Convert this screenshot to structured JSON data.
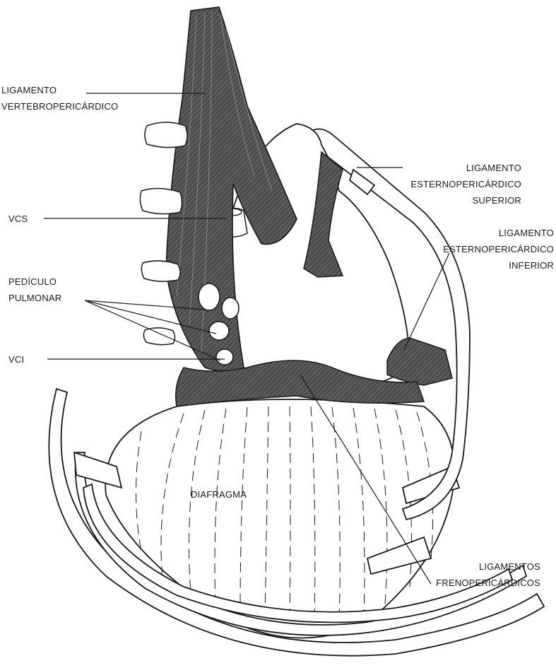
{
  "labels": {
    "vertebropericardico": [
      "LIGAMENTO",
      "VERTEBROPERICÁRDICO"
    ],
    "esternopericardico_superior": [
      "LIGAMENTO",
      "ESTERNOPERICÁRDICO",
      "SUPERIOR"
    ],
    "vcs": "VCS",
    "esternopericardico_inferior": [
      "LIGAMENTO",
      "ESTERNOPERICÁRDICO",
      "INFERIOR"
    ],
    "pediculo_pulmonar": [
      "PEDÍCULO",
      "PULMONAR"
    ],
    "vci": "VCI",
    "diafragma": "DIAFRAGMA",
    "frenopericardicos": [
      "LIGAMENTOS",
      "FRENOPERICÁRDICOS"
    ]
  },
  "colors": {
    "ink": "#1a1a1a",
    "ligament_fill": "#5a5a5a",
    "ligament_dark": "#3c3c3c",
    "paper": "#ffffff"
  }
}
